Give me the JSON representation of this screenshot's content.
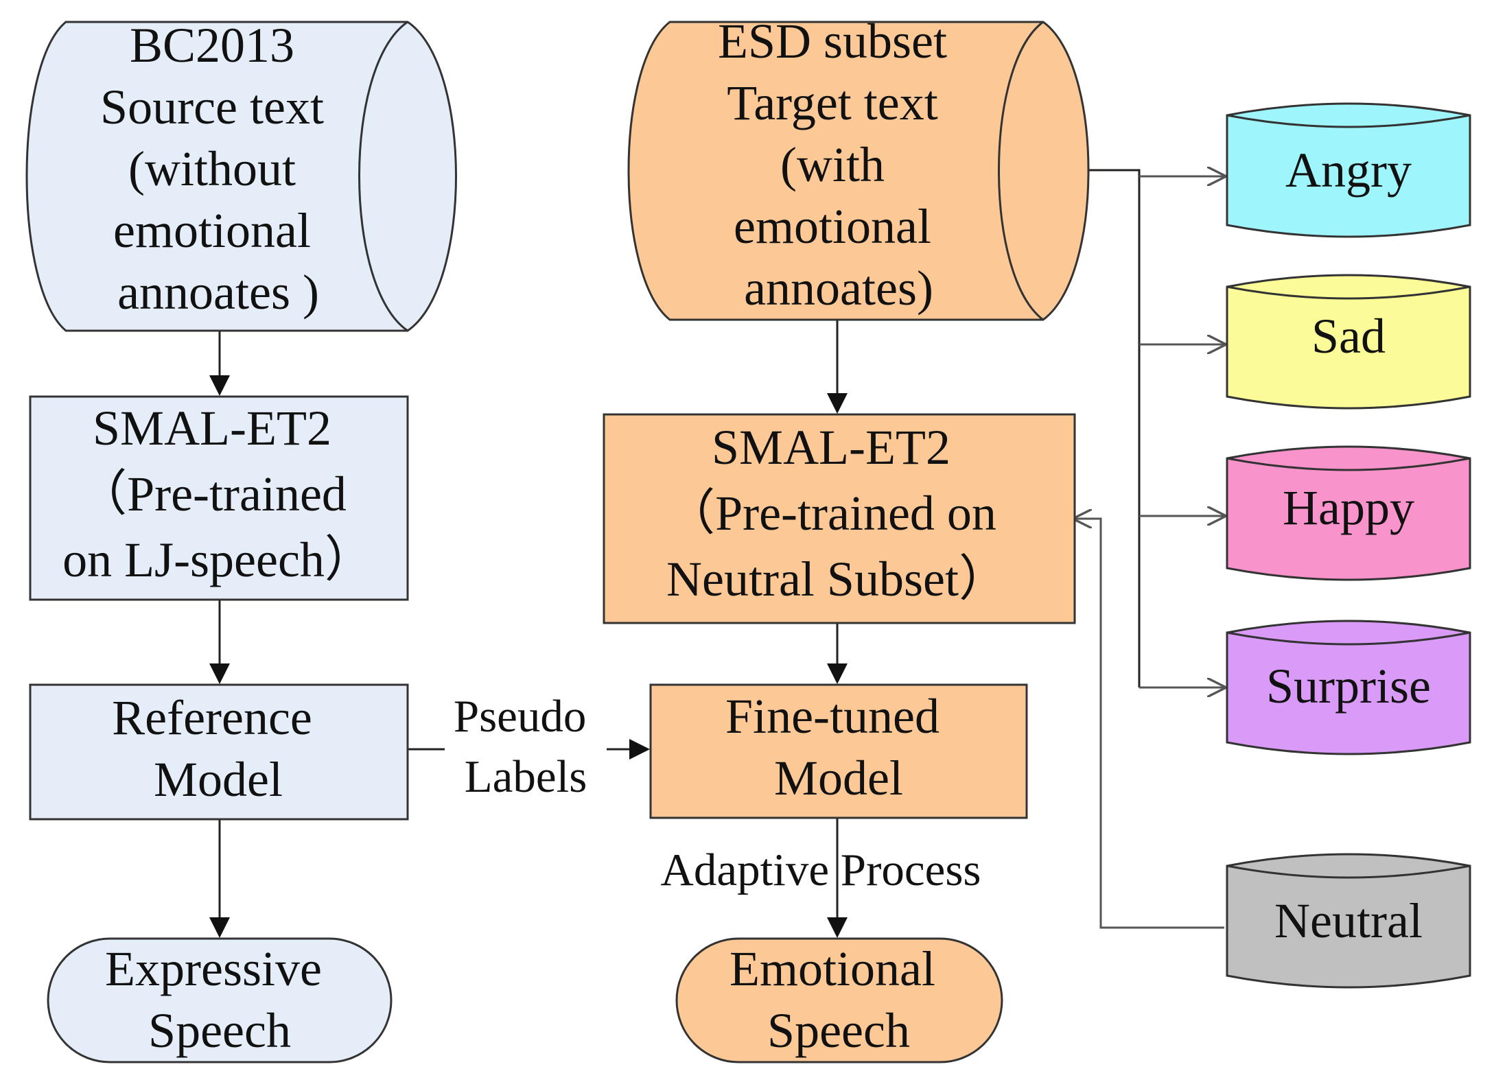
{
  "nodes": {
    "bc2013": {
      "lines": [
        "BC2013",
        "Source text",
        "(without",
        "emotional",
        "annoates )"
      ],
      "fill": "#e5eef8"
    },
    "smal_left": {
      "lines": [
        "SMAL-ET2",
        "（Pre-trained",
        "on LJ-speech）"
      ],
      "fill": "#e5eef8"
    },
    "reference": {
      "lines": [
        "Reference",
        "Model"
      ],
      "fill": "#e5eef8"
    },
    "expressive": {
      "lines": [
        "Expressive",
        "Speech"
      ],
      "fill": "#e5eef8"
    },
    "esd": {
      "lines": [
        "ESD subset",
        "Target text",
        "(with",
        "emotional",
        "annoates)"
      ],
      "fill": "#fcc996"
    },
    "smal_right": {
      "lines": [
        "SMAL-ET2",
        "（Pre-trained on",
        "Neutral Subset）"
      ],
      "fill": "#fcc996"
    },
    "finetuned": {
      "lines": [
        "Fine-tuned",
        "Model"
      ],
      "fill": "#fcc996"
    },
    "emotional": {
      "lines": [
        "Emotional",
        "Speech"
      ],
      "fill": "#fcc996"
    },
    "angry": {
      "label": "Angry",
      "fill": "#9ff5fc"
    },
    "sad": {
      "label": "Sad",
      "fill": "#fbfb98"
    },
    "happy": {
      "label": "Happy",
      "fill": "#f894cb"
    },
    "surprise": {
      "label": "Surprise",
      "fill": "#d99af8"
    },
    "neutral": {
      "label": "Neutral",
      "fill": "#c0c0c0"
    }
  },
  "edge_labels": {
    "pseudo": [
      "Pseudo",
      "Labels"
    ],
    "adaptive": "Adaptive Process"
  }
}
